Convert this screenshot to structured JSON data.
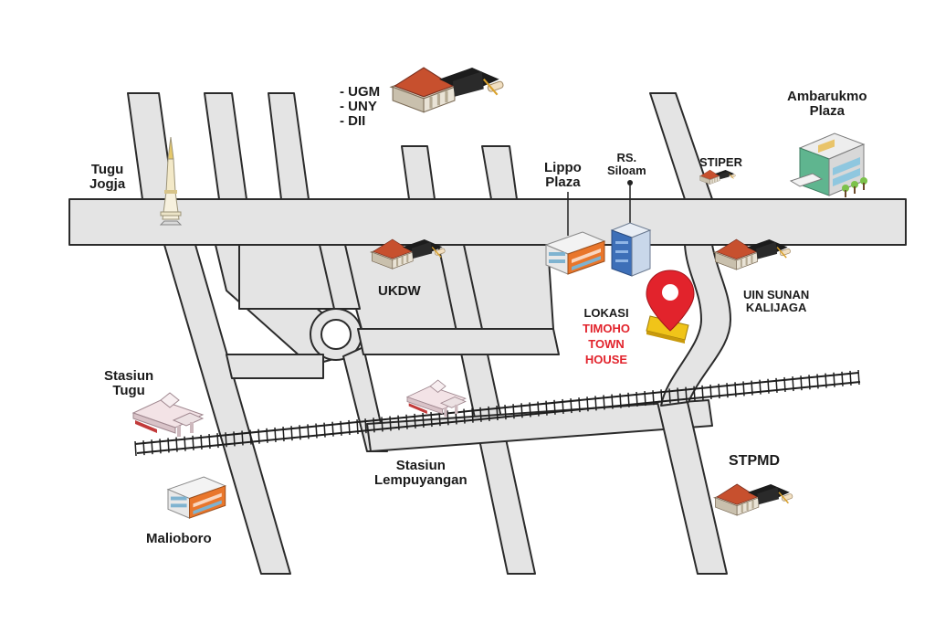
{
  "labels": {
    "tugu_jogja": [
      "Tugu",
      "Jogja"
    ],
    "ugm": "- UGM",
    "uny": "- UNY",
    "dii": "- DII",
    "lippo_plaza": [
      "Lippo",
      "Plaza"
    ],
    "rs_siloam": [
      "RS.",
      "Siloam"
    ],
    "stiper": "STIPER",
    "ambarukmo_plaza": [
      "Ambarukmo",
      "Plaza"
    ],
    "ukdw": "UKDW",
    "uin": [
      "UIN SUNAN",
      "KALIJAGA"
    ],
    "lokasi": "LOKASI",
    "timoho": [
      "TIMOHO",
      "TOWN",
      "HOUSE"
    ],
    "stasiun_tugu": [
      "Stasiun",
      "Tugu"
    ],
    "stasiun_lempuyangan": [
      "Stasiun",
      "Lempuyangan"
    ],
    "stpmd": "STPMD",
    "malioboro": "Malioboro"
  },
  "icons": {
    "university": "university-building-icon",
    "graduation": "graduation-cap-icon",
    "monument": "tugu-monument-icon",
    "mall": "mall-building-icon",
    "hospital": "hospital-building-icon",
    "station": "train-station-icon",
    "pin": "location-pin-icon"
  },
  "colors": {
    "road_fill": "#e4e4e4",
    "road_stroke": "#2b2b2b",
    "pin": "#e2232c",
    "highlight": "#e2232c",
    "mall_orange": "#e9762b",
    "mall_green": "#5fb58f",
    "roof_red": "#c7502e"
  }
}
